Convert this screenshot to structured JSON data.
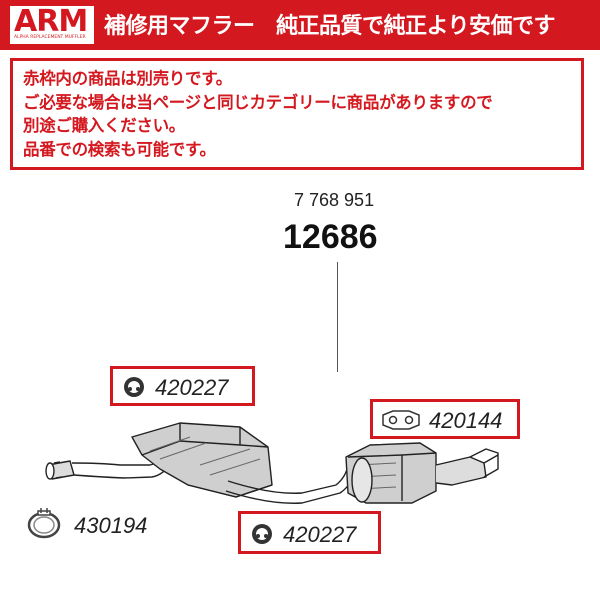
{
  "header": {
    "logo": "ARM",
    "logo_sub": "ALPHA REPLACEMENT MUFFLER",
    "tagline": "補修用マフラー　純正品質で純正より安価です"
  },
  "notice": {
    "lines": [
      "赤枠内の商品は別売りです。",
      "ご必要な場合は当ページと同じカテゴリーに商品がありますので",
      "別途ご購入ください。",
      "品番での検索も可能です。"
    ]
  },
  "diagram": {
    "oem_number": "7 768 951",
    "part_number": "12686",
    "parts": [
      {
        "code": "420227",
        "icon": "rubber-ring-icon",
        "boxed": true
      },
      {
        "code": "420144",
        "icon": "rubber-hanger-icon",
        "boxed": true
      },
      {
        "code": "430194",
        "icon": "clamp-icon",
        "boxed": false
      },
      {
        "code": "420227",
        "icon": "rubber-ring-icon",
        "boxed": true
      }
    ]
  },
  "colors": {
    "accent": "#d4181f",
    "text": "#222222"
  }
}
